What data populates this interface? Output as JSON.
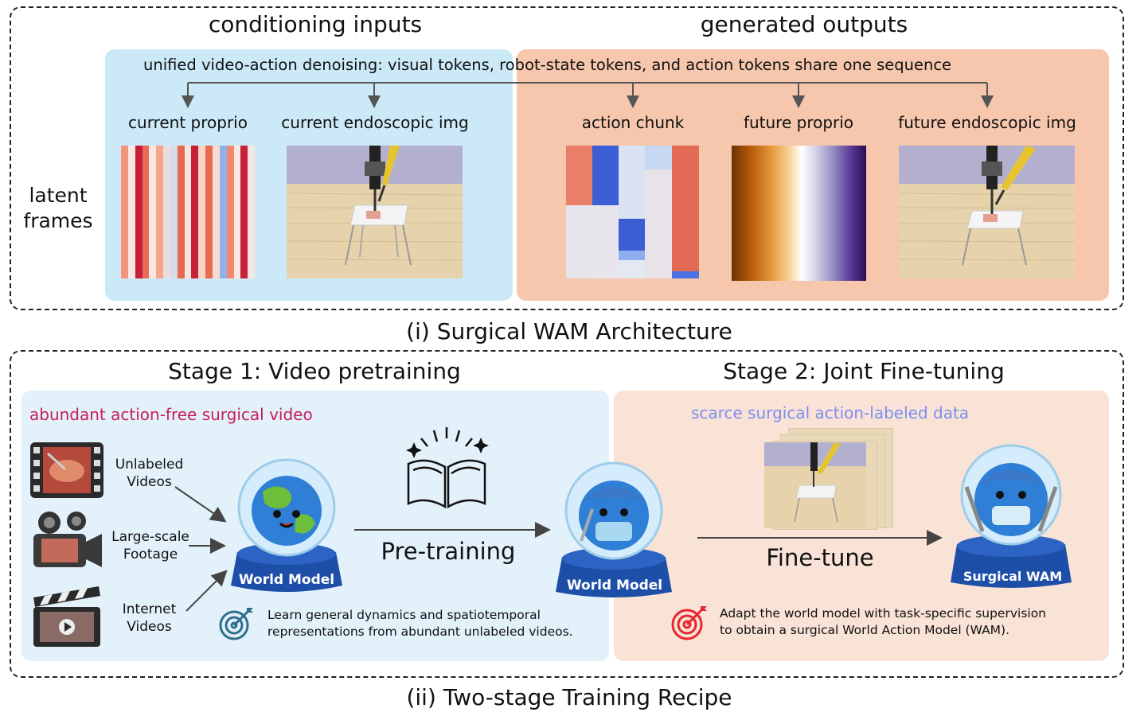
{
  "architecture": {
    "caption": "(i) Surgical WAM Architecture",
    "conditioning_title": "conditioning inputs",
    "generated_title": "generated outputs",
    "unified_text": "unified video-action denoising: visual tokens, robot-state tokens, and action tokens share one sequence",
    "latent_label_line1": "latent",
    "latent_label_line2": "frames",
    "tokens": {
      "current_proprio": "current proprio",
      "current_img": "current endoscopic img",
      "action_chunk": "action chunk",
      "future_proprio": "future proprio",
      "future_img": "future endoscopic img"
    },
    "colors": {
      "conditioning_bg": "#cbe9f7",
      "generated_bg": "#f6c6ad"
    }
  },
  "training": {
    "caption": "(ii) Two-stage Training Recipe",
    "stage1_title": "Stage 1: Video pretraining",
    "stage2_title": "Stage 2: Joint Fine-tuning",
    "stage1_subtitle": "abundant action-free surgical video",
    "stage2_subtitle": "scarce surgical action-labeled data",
    "sources": {
      "unlabeled_line1": "Unlabeled",
      "unlabeled_line2": "Videos",
      "footage_line1": "Large-scale",
      "footage_line2": "Footage",
      "internet_line1": "Internet",
      "internet_line2": "Videos"
    },
    "pretraining_label": "Pre-training",
    "finetune_label": "Fine-tune",
    "world_model_label": "World Model",
    "surgical_wam_label": "Surgical WAM",
    "goal1_line1": "Learn general dynamics and spatiotemporal",
    "goal1_line2": "representations from abundant unlabeled videos.",
    "goal2_line1": "Adapt the world model with task-specific supervision",
    "goal2_line2": "to obtain a surgical World Action Model (WAM).",
    "colors": {
      "stage1_bg": "#e3f1fa",
      "stage2_bg": "#f9e2d6",
      "stage1_subtitle": "#c81d5a",
      "stage2_subtitle": "#7b8ef0"
    }
  }
}
